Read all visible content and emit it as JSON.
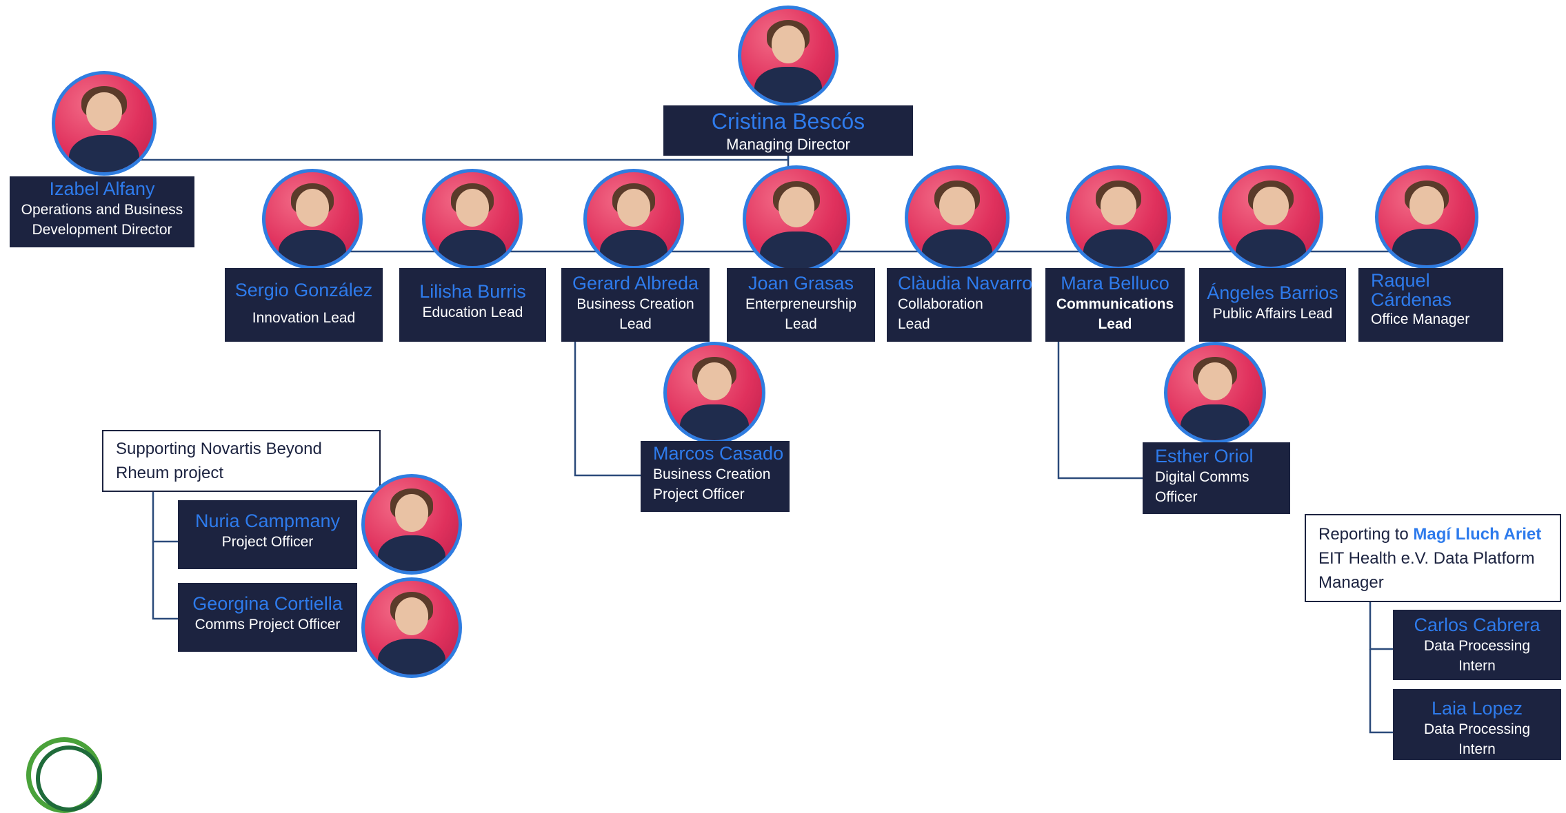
{
  "chart": {
    "head": {
      "name": "Cristina Bescós",
      "role": "Managing Director"
    },
    "ops": {
      "name": "Izabel Alfany",
      "role": "Operations and Business Development Director"
    },
    "leads": [
      {
        "name": "Sergio González",
        "role": "Innovation Lead"
      },
      {
        "name": "Lilisha Burris",
        "role": "Education Lead"
      },
      {
        "name": "Gerard Albreda",
        "role": "Business Creation Lead"
      },
      {
        "name": "Joan Grasas",
        "role": "Enterpreneurship Lead"
      },
      {
        "name": "Clàudia Navarro",
        "role": "Collaboration Lead"
      },
      {
        "name": "Mara Belluco",
        "role": "Communications Lead"
      },
      {
        "name": "Ángeles Barrios",
        "role": "Public Affairs Lead"
      },
      {
        "name": "Raquel Cárdenas",
        "role": "Office Manager"
      }
    ],
    "sub_gerard": {
      "name": "Marcos Casado",
      "role": "Business Creation Project Officer"
    },
    "sub_mara": {
      "name": "Esther Oriol",
      "role": "Digital Comms Officer"
    },
    "project_note": "Supporting Novartis Beyond Rheum project",
    "project_members": [
      {
        "name": "Nuria Campmany",
        "role": "Project Officer"
      },
      {
        "name": "Georgina Cortiella",
        "role": "Comms Project Officer"
      }
    ],
    "reporting_note": {
      "prefix": "Reporting to ",
      "person": "Magí Lluch Ariet",
      "suffix": " EIT Health e.V. Data Platform Manager"
    },
    "interns": [
      {
        "name": "Carlos Cabrera",
        "role": "Data Processing Intern"
      },
      {
        "name": "Laia Lopez",
        "role": "Data Processing Intern"
      }
    ]
  },
  "colors": {
    "box": "#1c2340",
    "name": "#2e7bec",
    "ring": "#2f7de0",
    "line": "#2b4a7a"
  },
  "icons": {
    "avatar": "person-photo-icon",
    "logo": "organization-logo-icon"
  }
}
